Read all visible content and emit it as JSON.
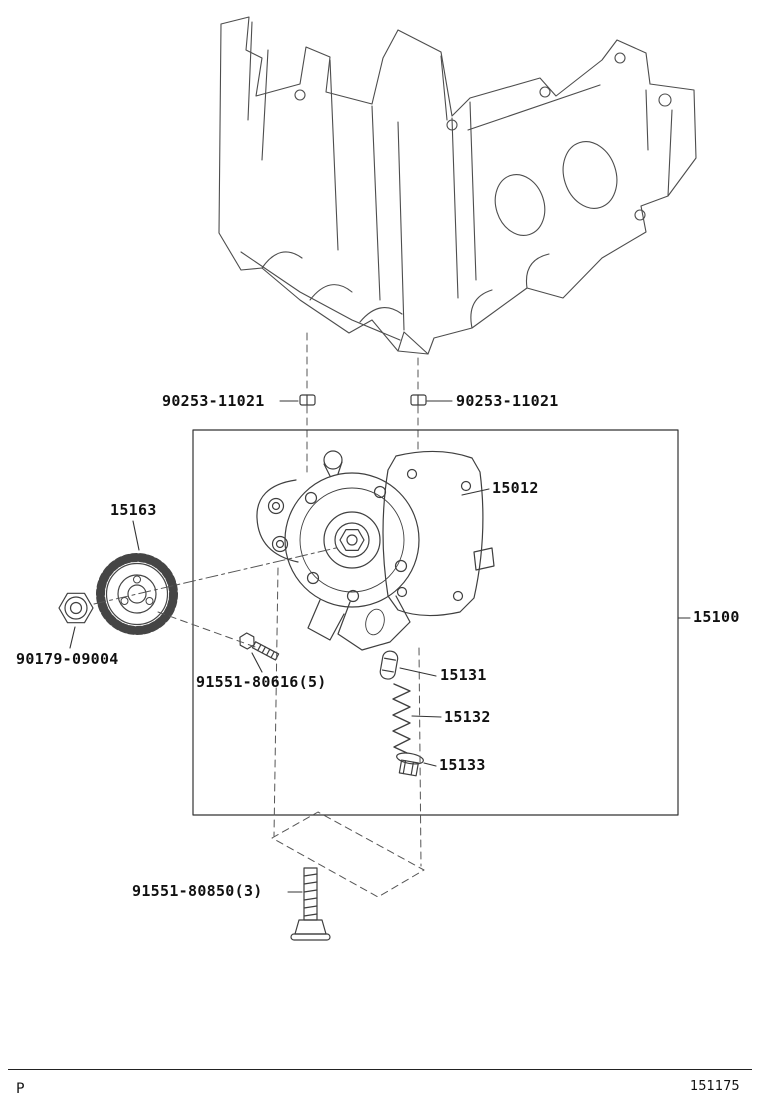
{
  "labels": {
    "pin_left": "90253-11021",
    "pin_right": "90253-11021",
    "pump_cover": "15012",
    "pump_assembly": "15100",
    "drive_sprocket": "15163",
    "sprocket_nut": "90179-09004",
    "cover_bolt": "91551-80616(5)",
    "relief_valve_plunger": "15131",
    "relief_valve_spring": "15132",
    "relief_valve_plug": "15133",
    "mount_bolt": "91551-80850(3)"
  },
  "footer": {
    "page_code": "P",
    "figure_number": "151175"
  }
}
